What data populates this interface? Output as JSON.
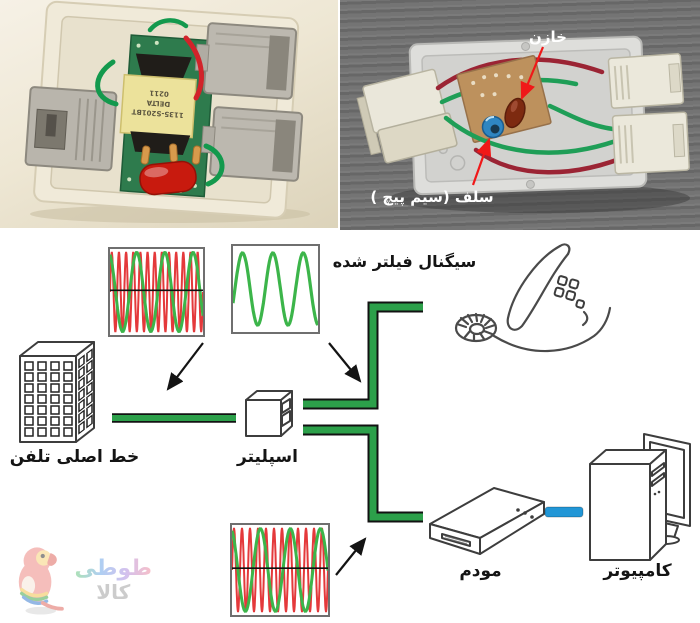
{
  "photo_left": {
    "transformer_marking": "1135-S201BT",
    "transformer_brand": "DELTA",
    "transformer_code": "0211"
  },
  "photo_right": {
    "capacitor_label": "خازن",
    "inductor_label": "سلف (سیم پیچ )"
  },
  "diagram": {
    "filtered_signal_label": "سیگنال فیلتر شده",
    "main_phone_line_label": "خط اصلی تلفن",
    "splitter_label": "اسپلیتر",
    "modem_label": "مودم",
    "computer_label": "کامپیوتر",
    "colors": {
      "line_green": "#2ca04a",
      "line_outline": "#121212",
      "cable_blue": "#2196d6",
      "wave_red": "#e4393b",
      "wave_green": "#3cb54a",
      "photo_arrow_red": "#f01818"
    },
    "signal_boxes": [
      {
        "id": "mixed-top",
        "kind": "mixed",
        "red_cycles": 13,
        "green_cycles": 3.3,
        "has_midline": true
      },
      {
        "id": "filtered-top",
        "kind": "filtered",
        "green_cycles": 2.8,
        "has_midline": false
      },
      {
        "id": "mixed-bottom",
        "kind": "mixed",
        "red_cycles": 12,
        "green_cycles": 3.2,
        "has_midline": true
      }
    ]
  },
  "watermark": {
    "brand": "طوطی",
    "brand_colors": [
      "#f28b9b",
      "#b08fe0",
      "#6fa8e8",
      "#6cc97e"
    ],
    "sub": "کالا",
    "sub_color": "#a3a3a3"
  }
}
